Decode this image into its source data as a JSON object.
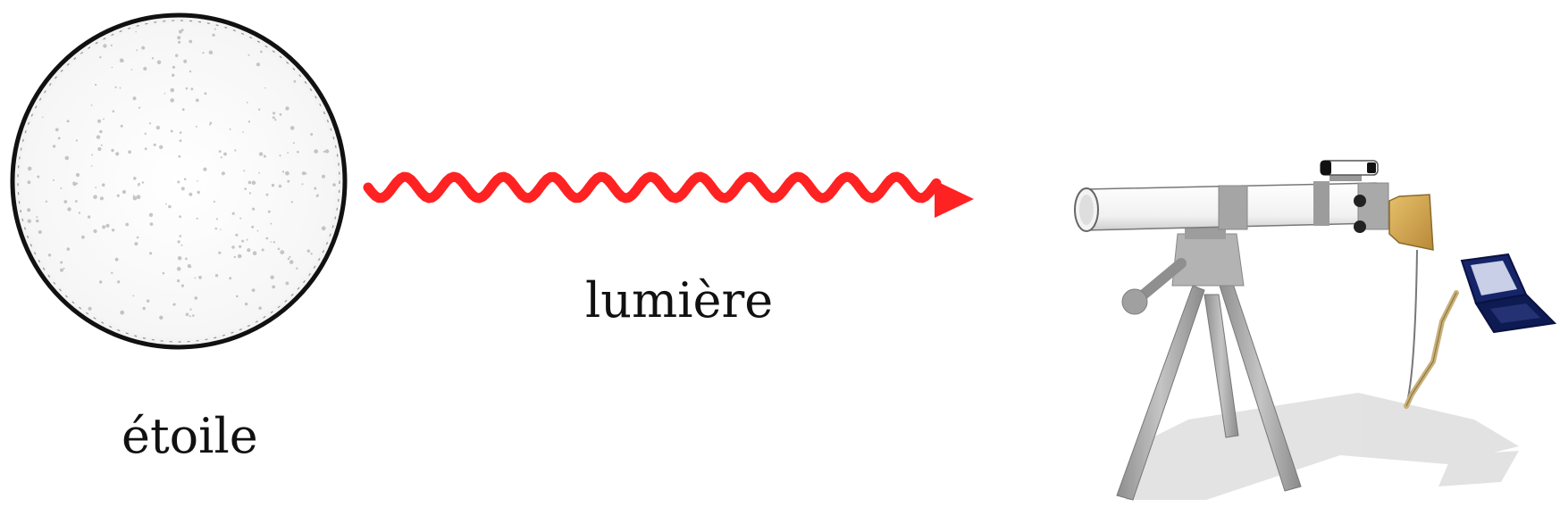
{
  "labels": {
    "light": "lumière",
    "star": "étoile"
  },
  "colors": {
    "light_wave": "#ff2222",
    "background": "#ffffff",
    "star_outline": "#111111",
    "telescope_tube": "#ffffff",
    "telescope_metal": "#a6a6a6",
    "detector": "#d4a84c",
    "laptop": "#0e1a52"
  },
  "icons": [
    "star-sphere",
    "light-wave-arrow",
    "telescope-icon",
    "detector-camera-icon",
    "laptop-icon"
  ]
}
